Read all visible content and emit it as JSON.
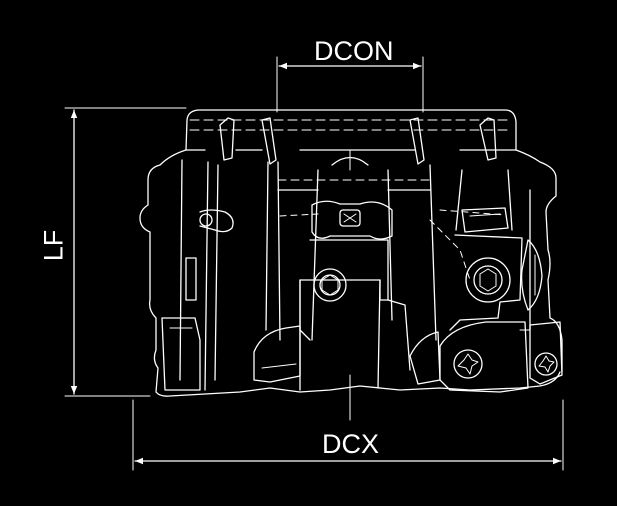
{
  "dimensions": {
    "dcon": "DCON",
    "dcx": "DCX",
    "lf": "LF"
  },
  "colors": {
    "background": "#000000",
    "lines": "#ffffff"
  }
}
